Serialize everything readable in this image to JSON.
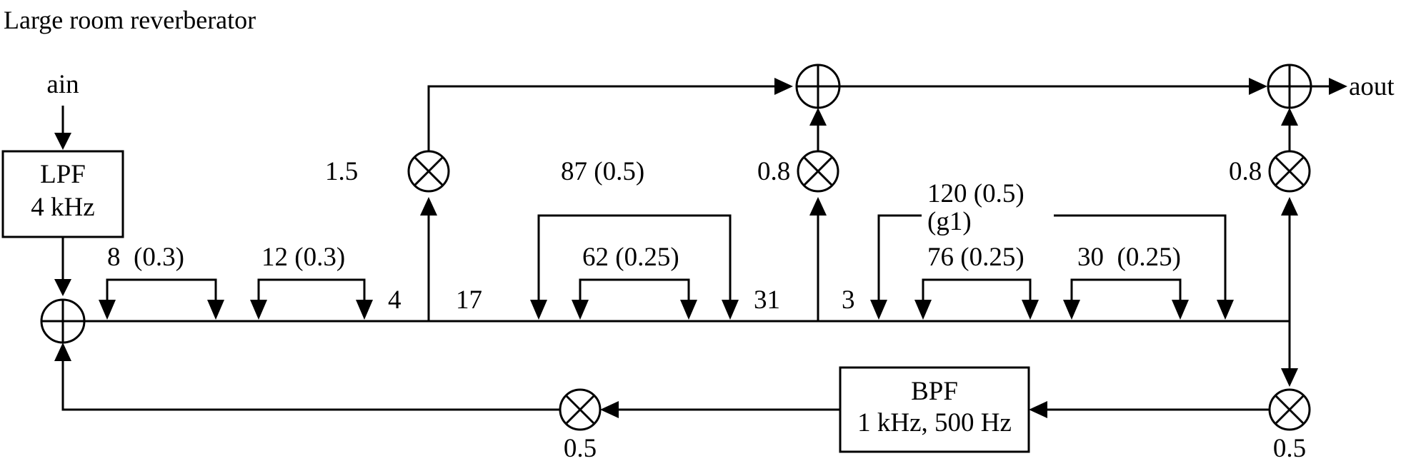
{
  "title": "Large room reverberator",
  "input_label": "ain",
  "output_label": "aout",
  "lpf": {
    "line1": "LPF",
    "line2": "4 kHz"
  },
  "bpf": {
    "line1": "BPF",
    "line2": "1 kHz, 500 Hz"
  },
  "gains": {
    "tap1": "1.5",
    "tap2": "0.8",
    "tap3": "0.8",
    "feedback_in": "0.5",
    "feedback_out": "0.5"
  },
  "delays": {
    "d1": "4",
    "d2": "17",
    "d3": "31",
    "d4": "3"
  },
  "allpass": {
    "ap_8": "8  (0.3)",
    "ap_12": "12 (0.3)",
    "ap_87": "87 (0.5)",
    "ap_62": "62 (0.25)",
    "ap_120": "120 (0.5)",
    "ap_120_g": "(g1)",
    "ap_76": "76 (0.25)",
    "ap_30": "30  (0.25)"
  }
}
